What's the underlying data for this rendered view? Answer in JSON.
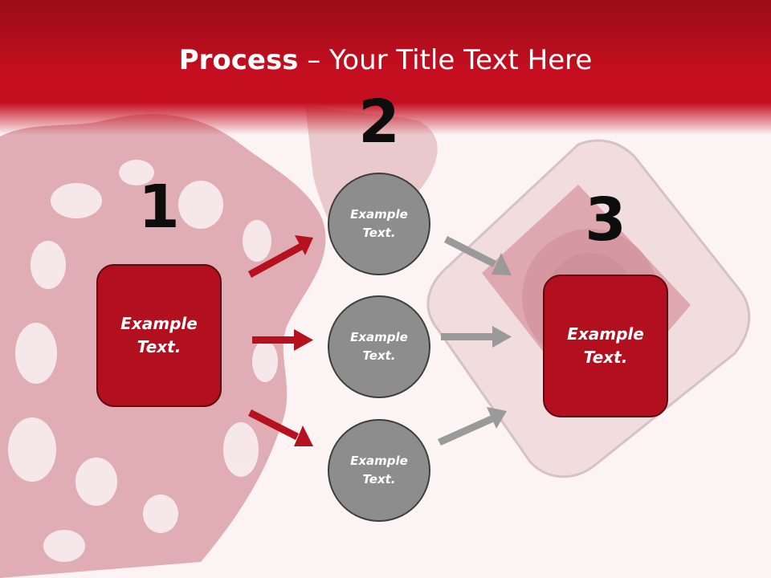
{
  "slide": {
    "title_bold": "Process",
    "title_rest": " – Your Title Text Here"
  },
  "steps": [
    {
      "number": "1",
      "label": "Example Text."
    },
    {
      "number": "2",
      "items": [
        "Example Text.",
        "Example Text.",
        "Example Text."
      ]
    },
    {
      "number": "3",
      "label": "Example Text."
    }
  ],
  "colors": {
    "header_red": "#c20e1e",
    "box_red": "#b20f1f",
    "circle_gray": "#8d8d8d",
    "arrow_red": "#b5111f",
    "arrow_gray": "#9a9a9a"
  }
}
